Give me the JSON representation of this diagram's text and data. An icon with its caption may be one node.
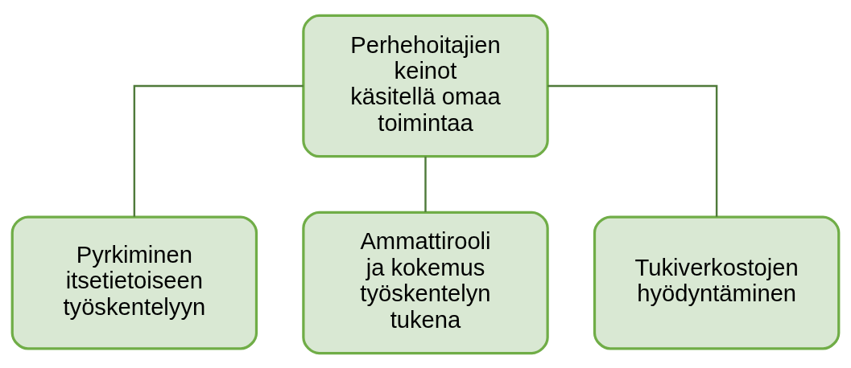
{
  "diagram": {
    "nodes": [
      {
        "text": [
          "Perhehoitajien keinot käsitellä omaa toimintaa"
        ]
      },
      {
        "text": [
          "Pyrkiminen itsetietoiseen työskentelyyn"
        ]
      },
      {
        "text": [
          "Ammattirooli ja kokemus työskentelyn tukena"
        ]
      },
      {
        "text": [
          "Tukiverkostojen hyödyntäminen"
        ]
      }
    ],
    "edges": [
      {
        "from": 0,
        "to": 1,
        "arrow": "none"
      },
      {
        "from": 0,
        "to": 2,
        "arrow": "none"
      },
      {
        "from": 0,
        "to": 3,
        "arrow": "none"
      }
    ]
  }
}
